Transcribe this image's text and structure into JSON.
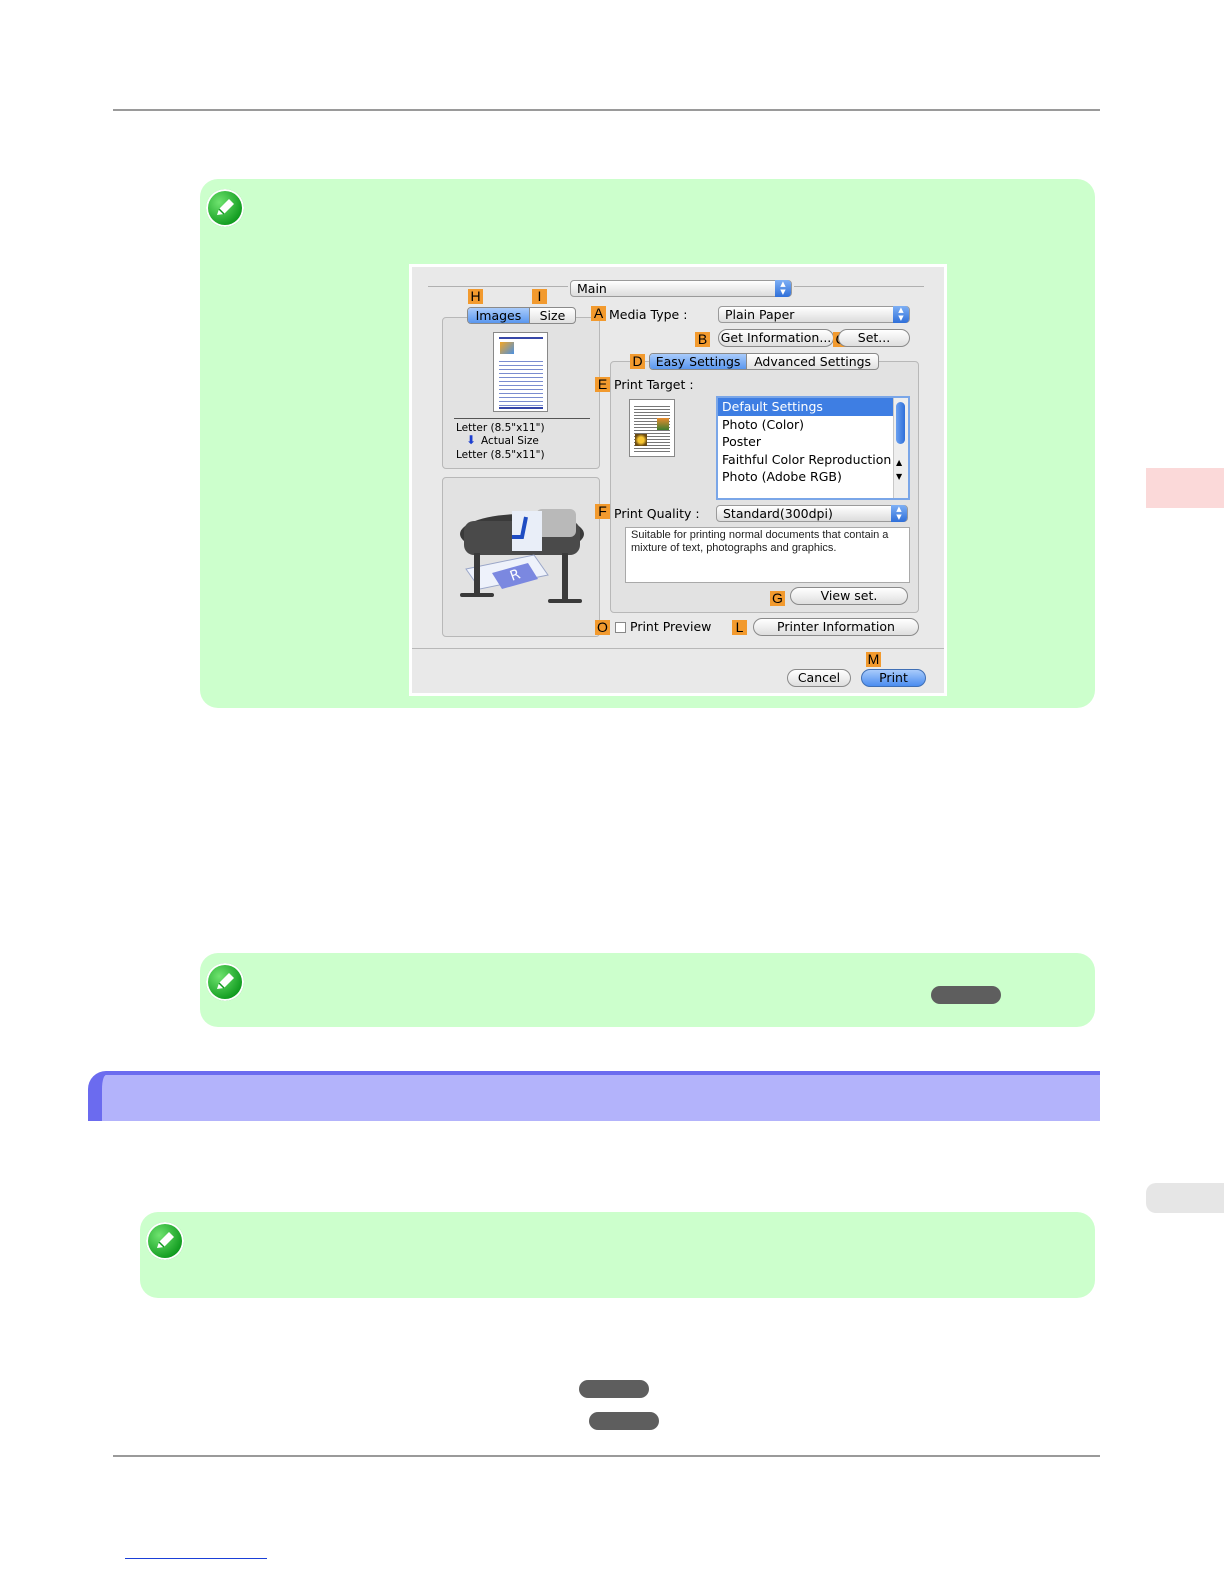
{
  "dialog": {
    "panel_select": "Main",
    "preview_tabs": [
      {
        "label": "Images",
        "tag": "H"
      },
      {
        "label": "Size",
        "tag": "I"
      }
    ],
    "paper_size_top": "Letter (8.5\"x11\")",
    "scale_label": "Actual Size",
    "paper_size_bottom": "Letter (8.5\"x11\")",
    "media_type": {
      "tag": "A",
      "label": "Media Type :",
      "value": "Plain Paper"
    },
    "get_information": {
      "tag": "B",
      "label": "Get Information..."
    },
    "set_button": {
      "tag": "C",
      "label": "Set..."
    },
    "settings_tabs": {
      "tag": "D",
      "items": [
        "Easy Settings",
        "Advanced Settings"
      ],
      "selected": "Easy Settings"
    },
    "print_target": {
      "tag": "E",
      "label": "Print Target :",
      "items": [
        "Default Settings",
        "Photo (Color)",
        "Poster",
        "Faithful Color Reproduction",
        "Photo (Adobe RGB)"
      ],
      "selected": "Default Settings"
    },
    "print_quality": {
      "tag": "F",
      "label": "Print Quality :",
      "value": "Standard(300dpi)"
    },
    "quality_description": "Suitable for printing normal documents that contain a mixture of text, photographs and graphics.",
    "view_set": {
      "tag": "G",
      "label": "View set."
    },
    "print_preview": {
      "tag": "O",
      "label": "Print Preview",
      "checked": false
    },
    "printer_information": {
      "tag": "L",
      "label": "Printer Information"
    },
    "cancel_label": "Cancel",
    "print_button": {
      "tag": "M",
      "label": "Print"
    }
  },
  "colors": {
    "note_bg": "#ccffcc",
    "section_bar": "#b3b3fb",
    "section_accent": "#6b6bef",
    "tag_orange": "#f29a2e",
    "side_tab_pink": "#fbd9d9"
  },
  "icons": [
    "note-pencil-icon",
    "printer-icon",
    "down-arrow-icon",
    "page-preview-icon"
  ]
}
